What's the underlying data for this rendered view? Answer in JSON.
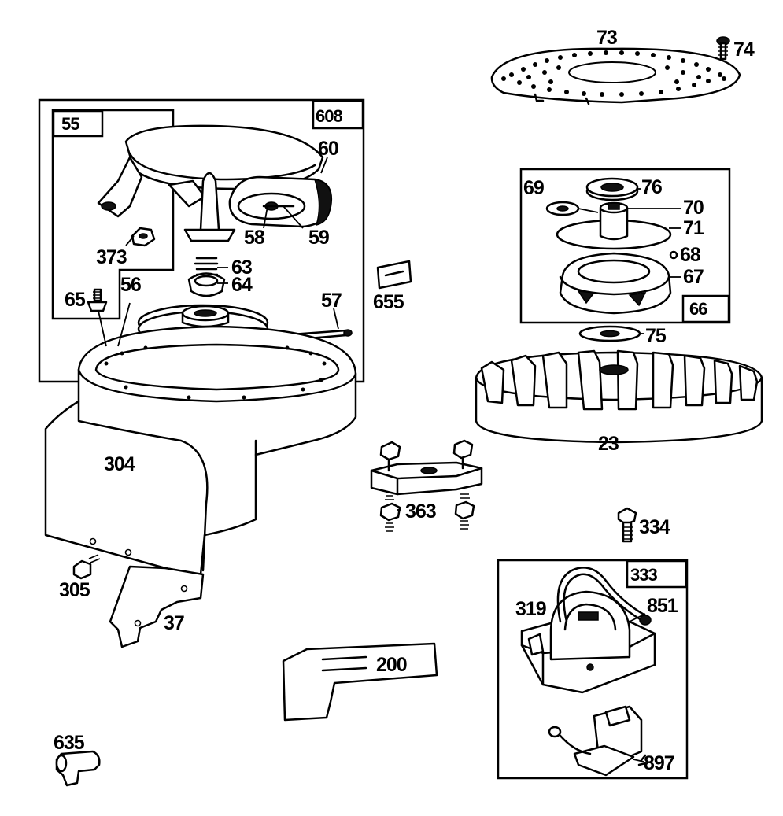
{
  "diagram": {
    "part_numbers": {
      "p73": "73",
      "p74": "74",
      "p608": "608",
      "p55": "55",
      "p60": "60",
      "p58": "58",
      "p59": "59",
      "p373": "373",
      "p63": "63",
      "p64": "64",
      "p65": "65",
      "p56": "56",
      "p57": "57",
      "p655": "655",
      "p69": "69",
      "p76": "76",
      "p70": "70",
      "p71": "71",
      "p68": "68",
      "p67": "67",
      "p66": "66",
      "p75": "75",
      "p23": "23",
      "p304": "304",
      "p363": "363",
      "p334": "334",
      "p305": "305",
      "p37": "37",
      "p333": "333",
      "p319": "319",
      "p851": "851",
      "p200": "200",
      "p635": "635",
      "p897": "897"
    }
  }
}
